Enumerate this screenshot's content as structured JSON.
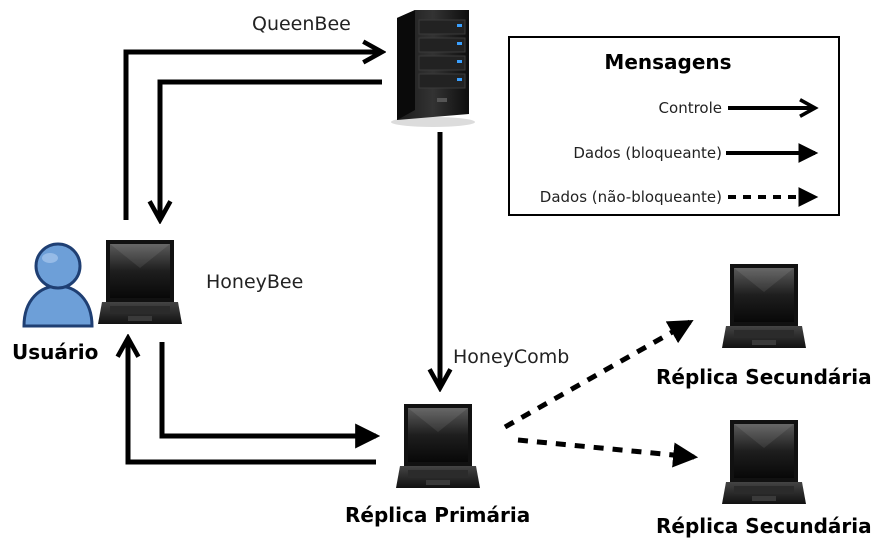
{
  "nodes": {
    "queenbee": "QueenBee",
    "honeybee": "HoneyBee",
    "honeycomb": "HoneyComb",
    "user": "Usuário",
    "primary": "Réplica Primária",
    "secondary_1": "Réplica Secundária",
    "secondary_2": "Réplica Secundária"
  },
  "legend": {
    "title": "Mensagens",
    "items": [
      {
        "label": "Controle",
        "style": "solid-open-arrow"
      },
      {
        "label": "Dados (bloqueante)",
        "style": "solid-filled-arrow"
      },
      {
        "label": "Dados (não-bloqueante)",
        "style": "dashed-filled-arrow"
      }
    ]
  },
  "colors": {
    "line": "#000000",
    "user_fill": "#6d9fd8",
    "user_stroke": "#1f3f73",
    "server_light": "#3aa0ff"
  }
}
